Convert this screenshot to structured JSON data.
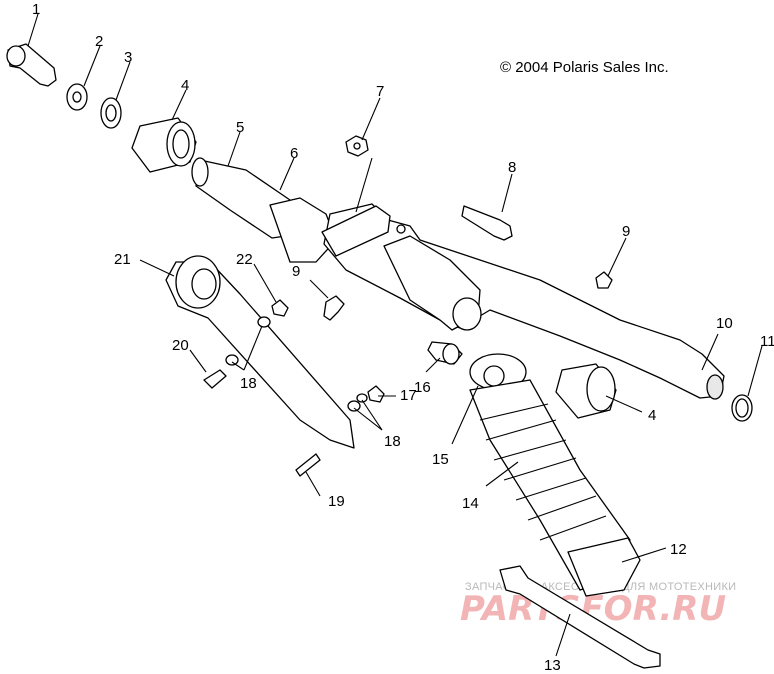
{
  "copyright": "© 2004 Polaris Sales Inc.",
  "watermark": {
    "top_text": "ЗАПЧАСТИ И АКСЕССУАРЫ ДЛЯ МОТОТЕХНИКИ",
    "logo_text": "PARTSFOR.RU"
  },
  "callouts": [
    "1",
    "2",
    "3",
    "4",
    "5",
    "6",
    "7",
    "8",
    "9",
    "21",
    "22",
    "9",
    "10",
    "11",
    "20",
    "18",
    "16",
    "17",
    "18",
    "15",
    "4",
    "14",
    "19",
    "12",
    "13"
  ],
  "colors": {
    "line": "#000000",
    "watermark_logo": "#f2b4b4",
    "watermark_text": "#b9b9b9"
  }
}
